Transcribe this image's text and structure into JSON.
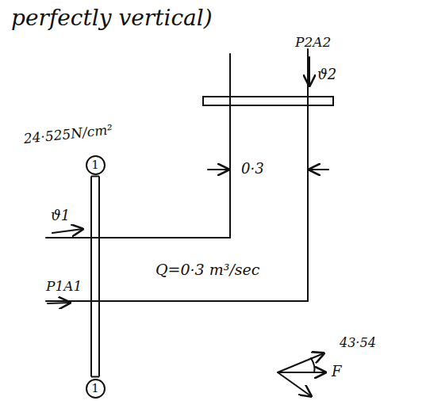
{
  "diagram": {
    "nodes": [
      {
        "text": [
          "1"
        ]
      },
      {
        "text": [
          "1"
        ]
      }
    ],
    "edges": [
      {
        "from": 0,
        "to": 1,
        "arrow": "none"
      }
    ],
    "labels": [
      "perfectly vertical)",
      "P2A2",
      "ϑ2",
      "24·525N/cm²",
      "0·3",
      "ϑ1",
      "P1A1",
      "Q=0·3 m³/sec",
      "43·54",
      "F"
    ]
  }
}
